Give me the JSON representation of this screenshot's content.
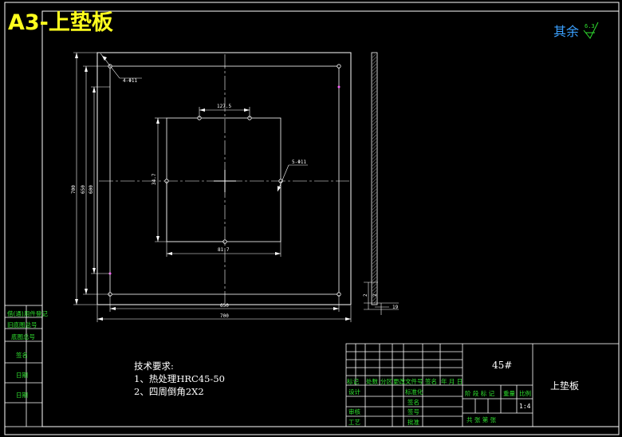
{
  "drawing_title": "A3-上垫板",
  "roughness_note": "其余",
  "roughness_value": "6.3",
  "dimensions": {
    "holes_4": "4-Φ11",
    "holes_5": "5-Φ11",
    "pitch_top": "127.5",
    "pitch_left": "34.7",
    "pitch_bottom": "81.7",
    "height_outer": "700",
    "height_mid": "650",
    "height_inner": "600",
    "width_inner": "650",
    "width_outer": "700",
    "thickness": "19",
    "side_small_a": "2",
    "side_small_b": "2"
  },
  "technical_requirements": {
    "heading": "技术要求:",
    "line1": "1、热处理HRC45-50",
    "line2": "2、四周倒角2X2"
  },
  "title_block": {
    "material": "45#",
    "part_name": "上垫板",
    "scale": "1:4",
    "row_labels": [
      "标记",
      "处数",
      "分区",
      "更改文件号",
      "签名",
      "年 月 日"
    ],
    "design": "设计",
    "standardize": "标准化",
    "review": "审核",
    "process": "工艺",
    "approve": "批准",
    "stage_marks": "阶 段 标 记",
    "weight": "重量",
    "ratio": "比例",
    "sheets": "共   张  第   张",
    "sign1": "签名",
    "sign2": "签号"
  },
  "side_box": {
    "items": [
      "借(通)用件登记",
      "旧底图总号",
      "底图总号",
      "签名",
      "日期",
      "日期"
    ]
  }
}
